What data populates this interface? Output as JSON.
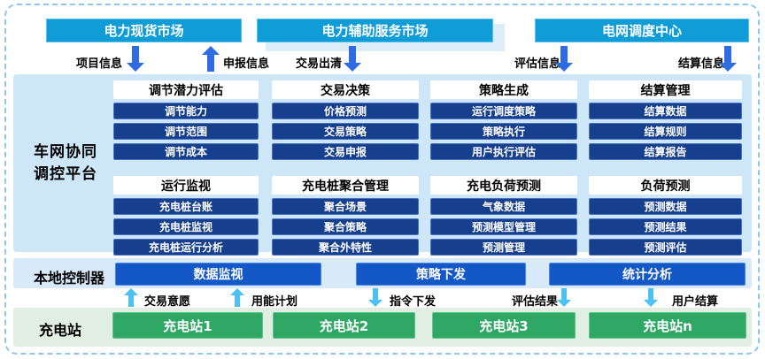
{
  "top_markets": [
    {
      "label": "电力现货市场"
    },
    {
      "label": "电力辅助服务市场"
    },
    {
      "label": "电网调度中心"
    }
  ],
  "top_flows": [
    {
      "label": "项目信息",
      "direction": "down"
    },
    {
      "label": "申报信息",
      "direction": "up"
    },
    {
      "label": "交易出清",
      "direction": "down"
    },
    {
      "label": "评估信息",
      "direction": "down"
    },
    {
      "label": "结算信息",
      "direction": "down"
    }
  ],
  "platform": {
    "title_lines": [
      "车网协同",
      "调控平台"
    ],
    "columns": [
      {
        "top": {
          "title": "调节潜力评估",
          "items": [
            "调节能力",
            "调节范围",
            "调节成本"
          ]
        },
        "bottom": {
          "title": "运行监视",
          "items": [
            "充电桩台账",
            "充电桩监视",
            "充电桩运行分析"
          ]
        }
      },
      {
        "top": {
          "title": "交易决策",
          "items": [
            "价格预测",
            "交易策略",
            "交易申报"
          ]
        },
        "bottom": {
          "title": "充电桩聚合管理",
          "items": [
            "聚合场景",
            "聚合策略",
            "聚合外特性"
          ]
        }
      },
      {
        "top": {
          "title": "策略生成",
          "items": [
            "运行调度策略",
            "策略执行",
            "用户执行评估"
          ]
        },
        "bottom": {
          "title": "充电负荷预测",
          "items": [
            "气象数据",
            "预测模型管理",
            "预测管理"
          ]
        }
      },
      {
        "top": {
          "title": "结算管理",
          "items": [
            "结算数据",
            "结算规则",
            "结算报告"
          ]
        },
        "bottom": {
          "title": "负荷预测",
          "items": [
            "预测数据",
            "预测结果",
            "预测评估"
          ]
        }
      }
    ]
  },
  "local_controller": {
    "label": "本地控制器",
    "modules": [
      {
        "label": "数据监视"
      },
      {
        "label": "策略下发"
      },
      {
        "label": "统计分析"
      }
    ]
  },
  "bottom_flows": [
    {
      "label": "交易意愿",
      "direction": "up"
    },
    {
      "label": "用能计划",
      "direction": "up"
    },
    {
      "label": "指令下发",
      "direction": "down"
    },
    {
      "label": "评估结果",
      "direction": "down"
    },
    {
      "label": "用户结算",
      "direction": "down"
    }
  ],
  "stations": {
    "label": "充电站",
    "items": [
      {
        "label": "充电站1"
      },
      {
        "label": "充电站2"
      },
      {
        "label": "充电站3"
      },
      {
        "label": "充电站n"
      }
    ]
  },
  "colors": {
    "header_cyan": "#109cd6",
    "header_cyan_edge": "#54c2ea",
    "backing_blue": "#dcedf8",
    "item_navy": "#163f8e",
    "item_navy_edge": "#4a74c2",
    "module_blue": "#1457c6",
    "module_blue_edge": "#4c87e0",
    "station_green": "#2fa765",
    "station_green_edge": "#63c392",
    "panel_blue": "#cde7f8",
    "controller_bg": "#d8eafa",
    "station_bg": "#e0efe2",
    "arrow_blue": "#2e6ce3",
    "arrow_cyan": "#4cc2f4",
    "frame_dash": "#8fc7ec"
  }
}
